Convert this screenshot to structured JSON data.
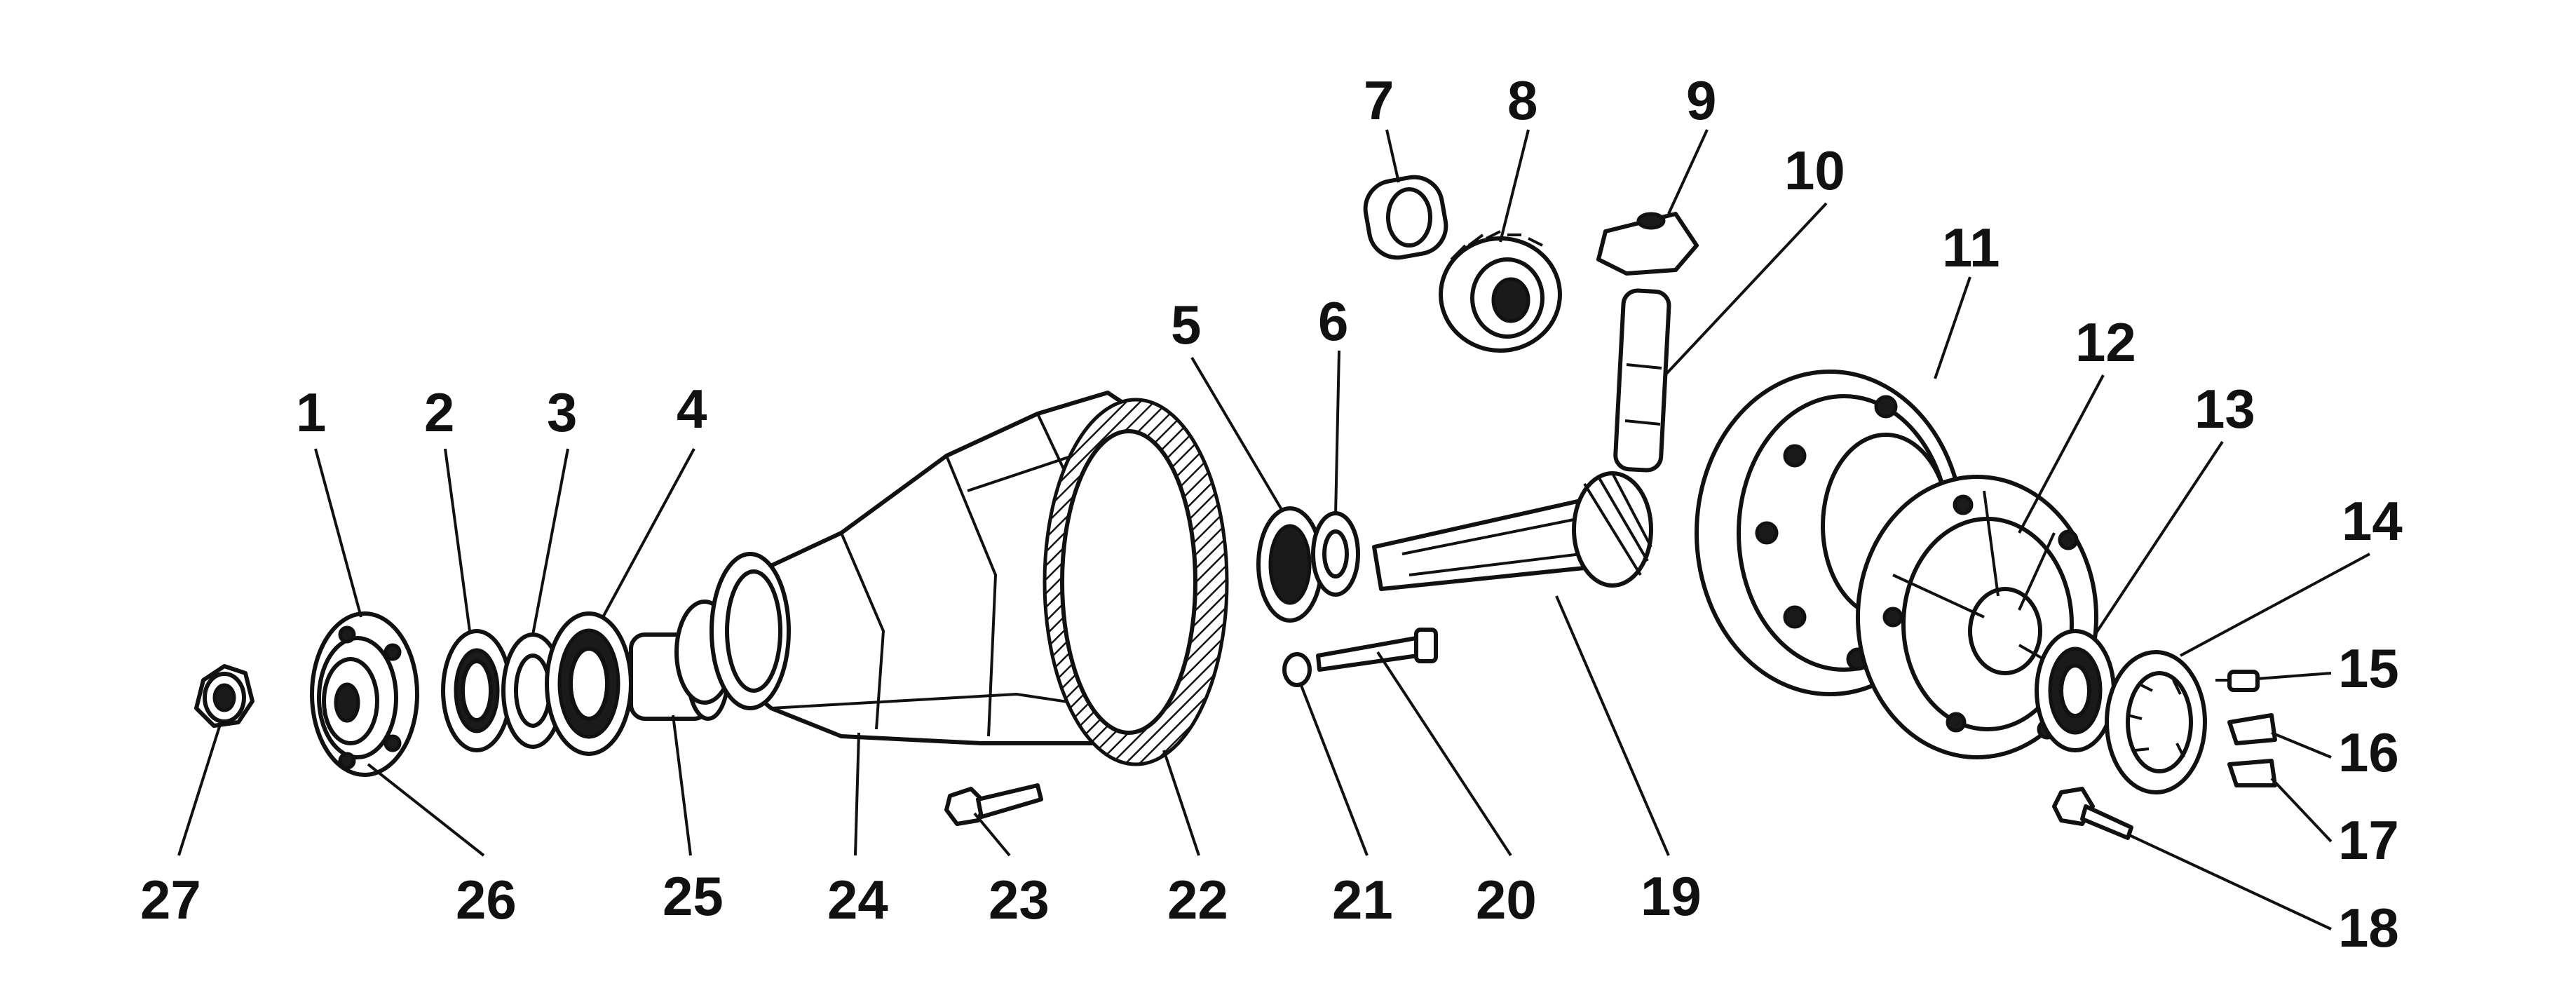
{
  "callouts": [
    {
      "id": "1",
      "label": "1"
    },
    {
      "id": "2",
      "label": "2"
    },
    {
      "id": "3",
      "label": "3"
    },
    {
      "id": "4",
      "label": "4"
    },
    {
      "id": "5",
      "label": "5"
    },
    {
      "id": "6",
      "label": "6"
    },
    {
      "id": "7",
      "label": "7"
    },
    {
      "id": "8",
      "label": "8"
    },
    {
      "id": "9",
      "label": "9"
    },
    {
      "id": "10",
      "label": "10"
    },
    {
      "id": "11",
      "label": "11"
    },
    {
      "id": "12",
      "label": "12"
    },
    {
      "id": "13",
      "label": "13"
    },
    {
      "id": "14",
      "label": "14"
    },
    {
      "id": "15",
      "label": "15"
    },
    {
      "id": "16",
      "label": "16"
    },
    {
      "id": "17",
      "label": "17"
    },
    {
      "id": "18",
      "label": "18"
    },
    {
      "id": "19",
      "label": "19"
    },
    {
      "id": "20",
      "label": "20"
    },
    {
      "id": "21",
      "label": "21"
    },
    {
      "id": "22",
      "label": "22"
    },
    {
      "id": "23",
      "label": "23"
    },
    {
      "id": "24",
      "label": "24"
    },
    {
      "id": "25",
      "label": "25"
    },
    {
      "id": "26",
      "label": "26"
    },
    {
      "id": "27",
      "label": "27"
    }
  ],
  "colors": {
    "ink": "#111111",
    "paper": "#ffffff"
  }
}
